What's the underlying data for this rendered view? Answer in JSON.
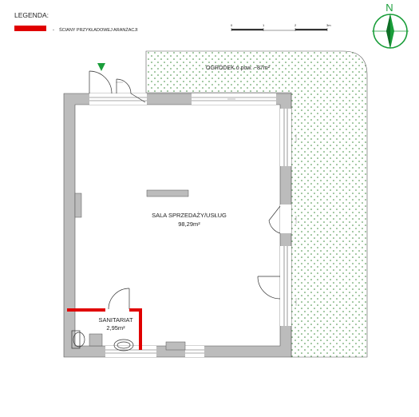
{
  "legend": {
    "title": "LEGENDA:",
    "entries": [
      {
        "marker": "-",
        "label": "ŚCIANY PRZYKŁADOWEJ ARANŻACJI",
        "color": "#e00000"
      }
    ]
  },
  "scale_bar": {
    "ticks": [
      "0",
      "1",
      "2",
      "3m"
    ]
  },
  "compass": {
    "north_label": "N",
    "accent_color": "#1a9e3a"
  },
  "rooms": [
    {
      "name": "SALA SPRZEDAŻY/USŁUG",
      "area": "98,29m²"
    },
    {
      "name": "SANITARIAT",
      "area": "2,95m²"
    }
  ],
  "garden": {
    "label": "OGRÓDEK o pow. ~87m²",
    "dot_color": "#3a8a3a"
  },
  "entrance_marker": {
    "color": "#1a9e3a"
  },
  "colors": {
    "wall": "#bcbcbc",
    "wall_edge": "#555555",
    "arrangement_wall": "#e00000"
  }
}
